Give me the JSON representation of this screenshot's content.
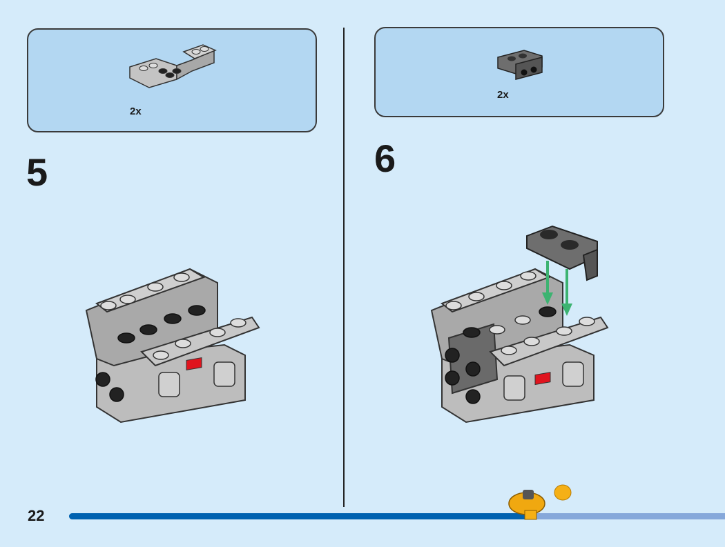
{
  "page_number": "22",
  "progress_percent": 71,
  "colors": {
    "background": "#d5ebfa",
    "parts_box": "#b3d7f2",
    "progress_done": "#0062b0",
    "progress_remaining": "#86a8da",
    "arrow": "#3cb371",
    "brick_light": "#bdbdbd",
    "brick_dark": "#6b6b6b",
    "accent_red": "#e0141e"
  },
  "steps": [
    {
      "number": "5",
      "parts": [
        {
          "name": "inverted-slope-brick",
          "quantity": "2x"
        }
      ]
    },
    {
      "number": "6",
      "parts": [
        {
          "name": "bracket-plate",
          "quantity": "2x"
        }
      ]
    }
  ]
}
